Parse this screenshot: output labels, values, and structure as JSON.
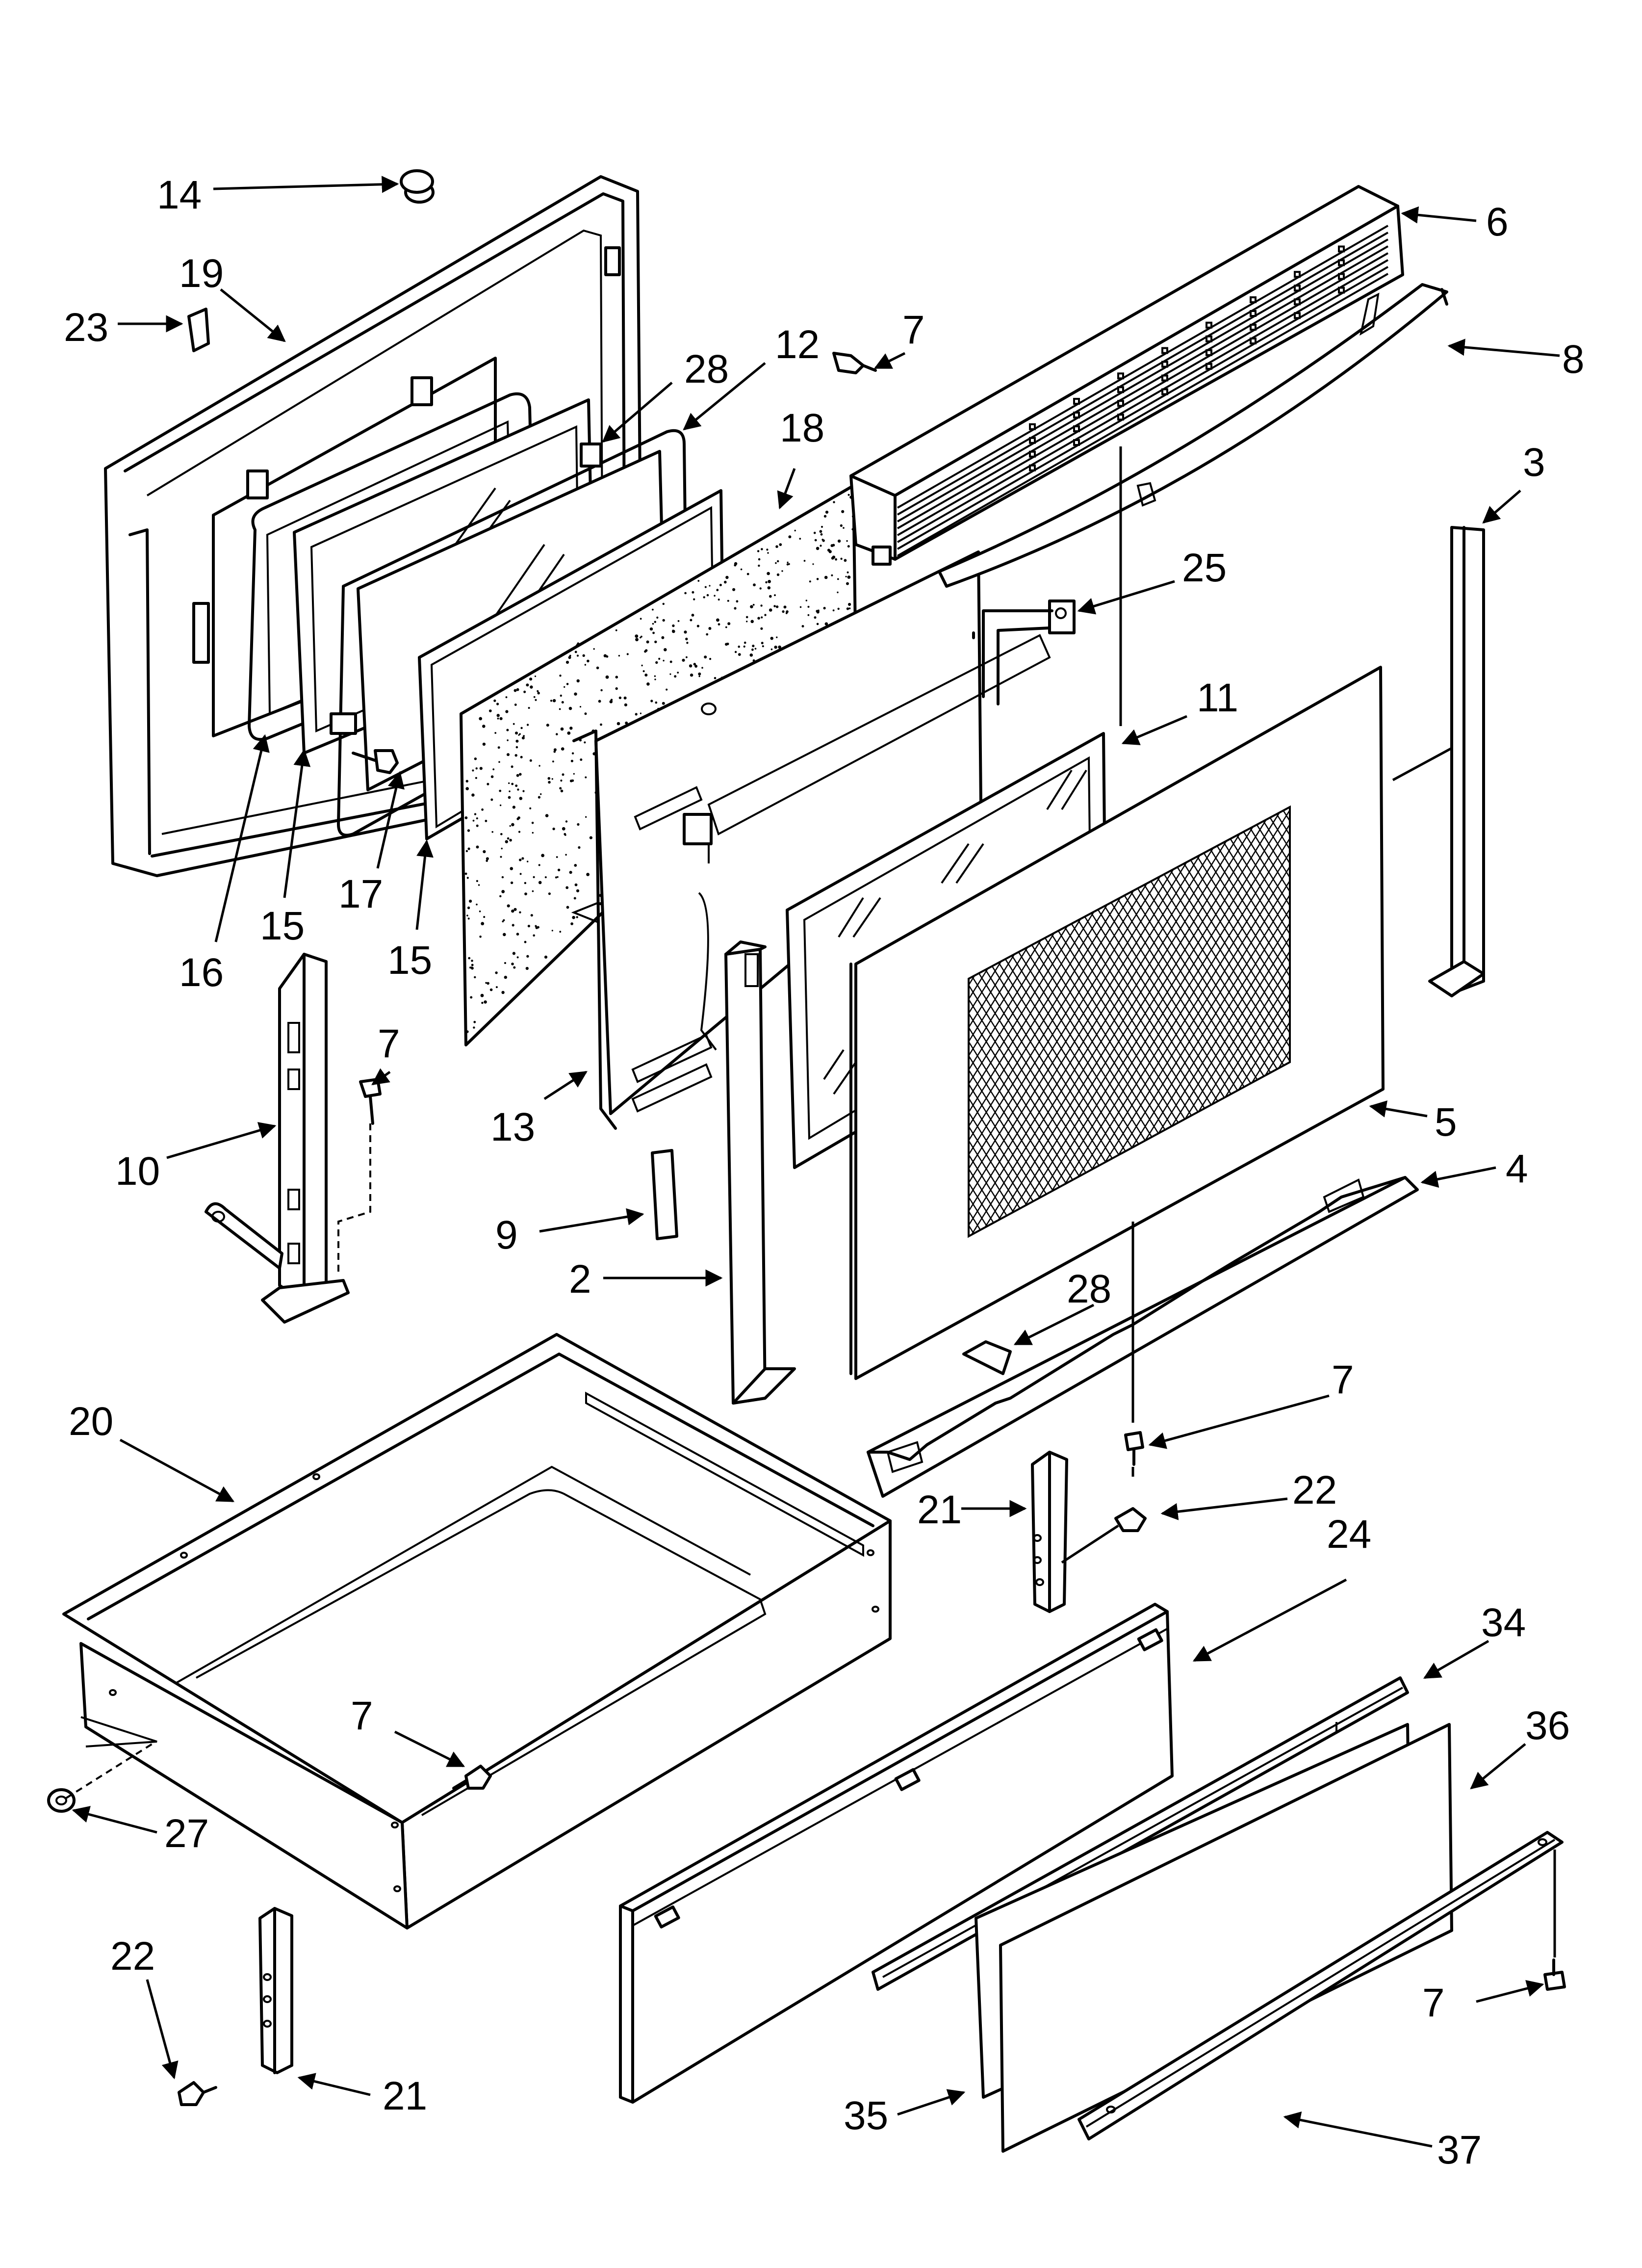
{
  "diagram": {
    "callouts": {
      "c14": "14",
      "c19": "19",
      "c23": "23",
      "c28a": "28",
      "c12": "12",
      "c18": "18",
      "c7a": "7",
      "c6": "6",
      "c8": "8",
      "c3": "3",
      "c25": "25",
      "c11": "11",
      "c16": "16",
      "c15a": "15",
      "c17": "17",
      "c15b": "15",
      "c10": "10",
      "c7b": "7",
      "c13": "13",
      "c5": "5",
      "c4": "4",
      "c9": "9",
      "c2": "2",
      "c28b": "28",
      "c7c": "7",
      "c20": "20",
      "c21a": "21",
      "c22a": "22",
      "c24": "24",
      "c34": "34",
      "c7d": "7",
      "c36": "36",
      "c27": "27",
      "c22b": "22",
      "c21b": "21",
      "c35": "35",
      "c7e": "7",
      "c37": "37"
    }
  }
}
